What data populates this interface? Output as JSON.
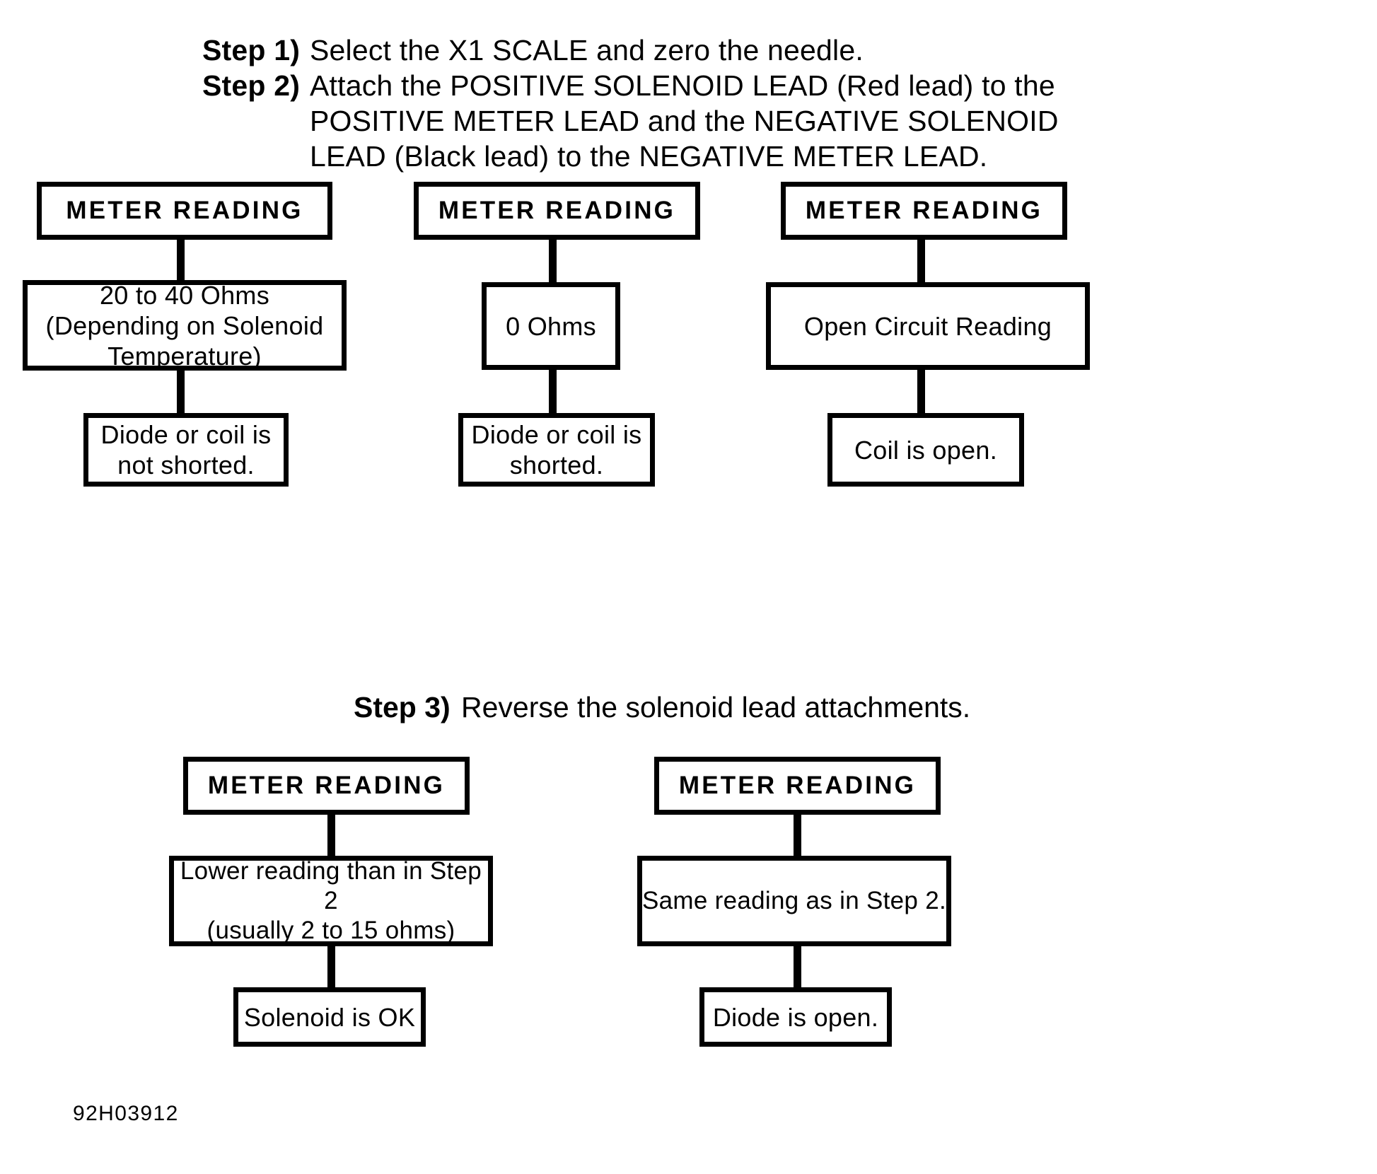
{
  "steps": [
    {
      "label": "Step 1)",
      "lines": [
        "Select the X1 SCALE and zero the needle."
      ]
    },
    {
      "label": "Step 2)",
      "lines": [
        "Attach the POSITIVE SOLENOID LEAD (Red lead) to the",
        "POSITIVE METER LEAD and the NEGATIVE SOLENOID",
        "LEAD (Black lead) to the NEGATIVE METER LEAD."
      ]
    }
  ],
  "step3": {
    "label": "Step 3)",
    "text": "Reverse the solenoid lead attachments."
  },
  "row1": {
    "columns": [
      {
        "header": "METER READING",
        "reading_lines": [
          "20 to 40 Ohms",
          "(Depending on Solenoid",
          "Temperature)"
        ],
        "conclusion_lines": [
          "Diode or coil is",
          "not shorted."
        ]
      },
      {
        "header": "METER READING",
        "reading_lines": [
          "0 Ohms"
        ],
        "conclusion_lines": [
          "Diode or coil is",
          "shorted."
        ]
      },
      {
        "header": "METER READING",
        "reading_lines": [
          "Open Circuit Reading"
        ],
        "conclusion_lines": [
          "Coil is open."
        ]
      }
    ]
  },
  "row2": {
    "columns": [
      {
        "header": "METER READING",
        "reading_lines": [
          "Lower reading than in Step 2",
          "(usually 2 to 15 ohms)"
        ],
        "conclusion_lines": [
          "Solenoid is OK"
        ]
      },
      {
        "header": "METER READING",
        "reading_lines": [
          "Same reading as in Step 2."
        ],
        "conclusion_lines": [
          "Diode is open."
        ]
      }
    ]
  },
  "figure_code": "92H03912",
  "colors": {
    "ink": "#000000",
    "paper": "#ffffff"
  }
}
